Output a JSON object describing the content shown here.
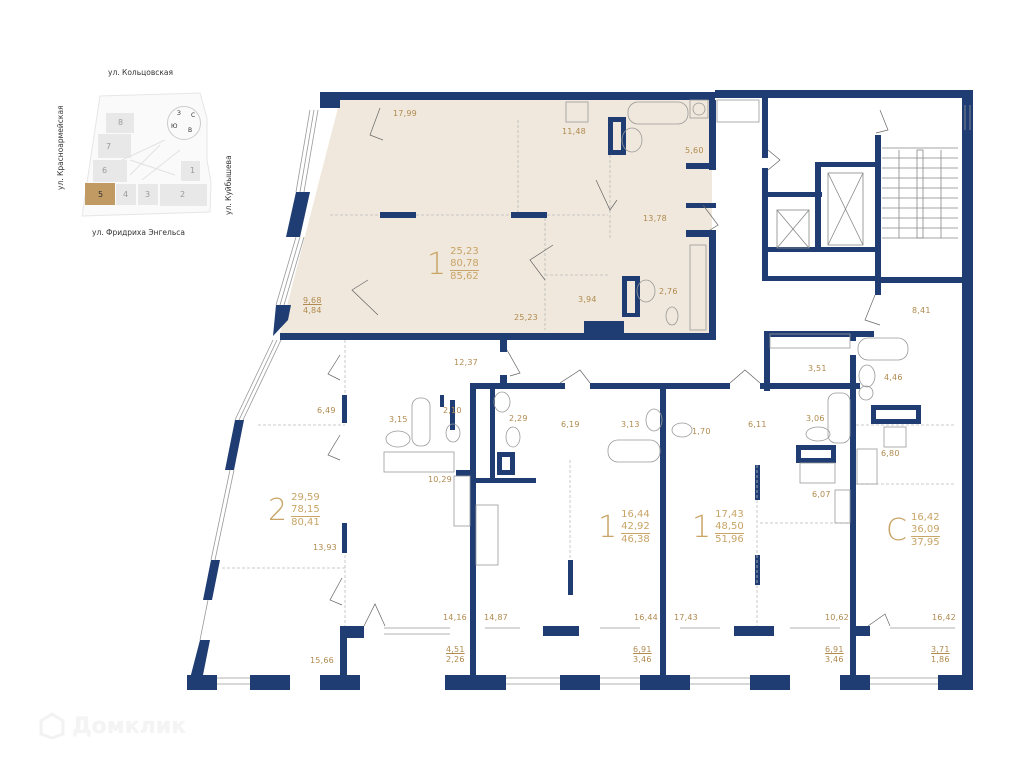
{
  "key_plan": {
    "streets": {
      "north": "ул. Кольцовская",
      "west": "ул. Красноармейская",
      "east": "ул. Куйбышева",
      "south": "ул. Фридриха Энгельса"
    },
    "compass": {
      "n": "С",
      "s": "Ю",
      "e": "В",
      "w": "З"
    },
    "buildings": [
      "1",
      "2",
      "3",
      "4",
      "5",
      "6",
      "7",
      "8"
    ],
    "highlighted_building": "5"
  },
  "colors": {
    "wall": "#1f3d72",
    "highlight_fill": "#f0e8dc",
    "label": "#b08a4e",
    "apartment_number": "#c8a466",
    "building_highlight": "#c09a62"
  },
  "apartments": [
    {
      "type": "1",
      "living": "25,23",
      "total": "80,78",
      "total_with_balcony": "85,62",
      "rooms": [
        "17,99",
        "11,48",
        "5,60",
        "13,78",
        "25,23",
        "3,94",
        "2,76"
      ],
      "balcony": {
        "full": "9,68",
        "reduced": "4,84"
      },
      "highlighted": true
    },
    {
      "type": "2",
      "living": "29,59",
      "total": "78,15",
      "total_with_balcony": "80,41",
      "rooms": [
        "12,37",
        "6,49",
        "3,15",
        "2,10",
        "10,29",
        "13,93",
        "14,16",
        "15,66"
      ],
      "balcony": {
        "full": "4,51",
        "reduced": "2,26"
      }
    },
    {
      "type": "1",
      "living": "16,44",
      "total": "42,92",
      "total_with_balcony": "46,38",
      "rooms": [
        "2,29",
        "6,19",
        "3,13",
        "14,87",
        "16,44"
      ],
      "balcony": {
        "full": "6,91",
        "reduced": "3,46"
      }
    },
    {
      "type": "1",
      "living": "17,43",
      "total": "48,50",
      "total_with_balcony": "51,96",
      "rooms": [
        "1,70",
        "6,11",
        "3,06",
        "6,07",
        "17,43",
        "10,62"
      ],
      "balcony": {
        "full": "6,91",
        "reduced": "3,46"
      }
    },
    {
      "type": "С",
      "living": "16,42",
      "total": "36,09",
      "total_with_balcony": "37,95",
      "rooms": [
        "4,46",
        "6,80",
        "16,42"
      ],
      "balcony": {
        "full": "3,71",
        "reduced": "1,86"
      }
    }
  ],
  "common_areas": {
    "corridor_1": "3,51",
    "corridor_2": "8,41"
  },
  "watermark": "Домклик"
}
